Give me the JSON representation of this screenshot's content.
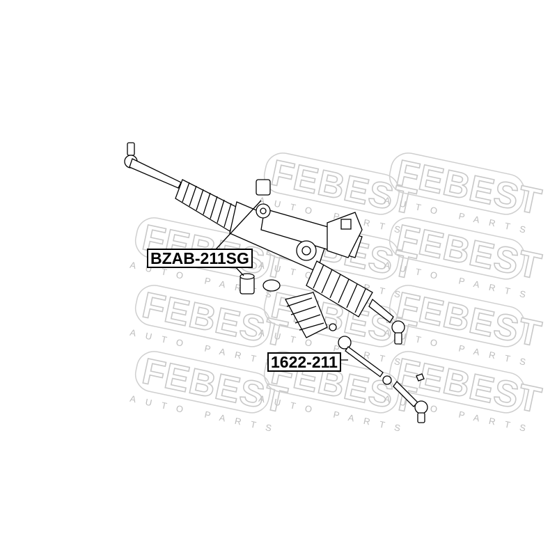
{
  "watermark": {
    "brand": "FEBEST",
    "tagline": "AUTO PARTS"
  },
  "labels": [
    {
      "part_number": "BZAB-211SG"
    },
    {
      "part_number": "1622-211"
    }
  ]
}
